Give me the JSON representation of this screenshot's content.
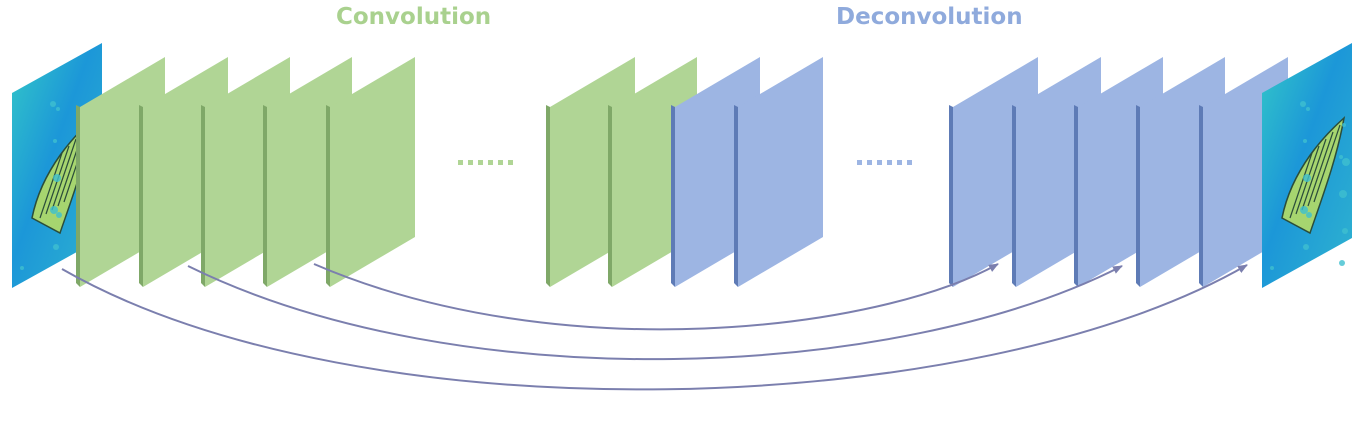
{
  "labels": {
    "convolution": "Convolution",
    "deconvolution": "Deconvolution"
  },
  "colors": {
    "conv_face": "#b0d595",
    "conv_edge": "#7fa868",
    "deconv_face": "#9db5e3",
    "deconv_edge": "#5e7bb6",
    "arrow": "#7b7fae",
    "image_base": "#1c97d8",
    "image_accent": "#3fbfd0",
    "butterfly": "#a6d56f"
  },
  "diagram": {
    "input_image": "butterfly-image",
    "output_image": "butterfly-image",
    "conv_layer_count": 7,
    "deconv_layer_count": 7,
    "skip_connection_count": 3,
    "ellipsis_count": 2
  }
}
